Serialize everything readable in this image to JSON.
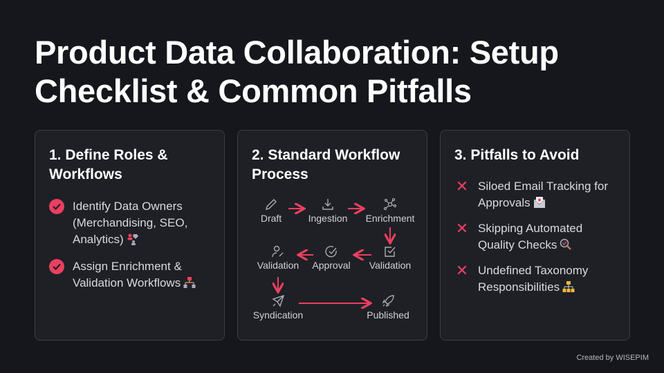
{
  "title": "Product Data Collaboration: Setup Checklist & Common Pitfalls",
  "accent": "#ec3f60",
  "cards": [
    {
      "heading": "1. Define Roles & Workflows",
      "items": [
        {
          "text": "Identify Data Owners (Merchandising, SEO, Analytics)",
          "icon": "people-tag-icon",
          "marker": "check-circle-icon"
        },
        {
          "text": "Assign Enrichment & Validation Workflows",
          "icon": "org-chart-icon",
          "marker": "check-circle-icon"
        }
      ]
    },
    {
      "heading": "2. Standard Workflow Process",
      "steps": [
        {
          "label": "Draft",
          "icon": "pencil-icon"
        },
        {
          "label": "Ingestion",
          "icon": "download-icon"
        },
        {
          "label": "Enrichment",
          "icon": "network-icon"
        },
        {
          "label": "Validation",
          "icon": "checkbox-icon"
        },
        {
          "label": "Approval",
          "icon": "check-circle-icon"
        },
        {
          "label": "Validation",
          "icon": "user-edit-icon"
        },
        {
          "label": "Syndication",
          "icon": "send-icon"
        },
        {
          "label": "Published",
          "icon": "rocket-icon"
        }
      ]
    },
    {
      "heading": "3. Pitfalls to Avoid",
      "items": [
        {
          "text": "Siloed Email Tracking for Approvals",
          "icon": "envelope-icon",
          "marker": "x-icon"
        },
        {
          "text": "Skipping Automated Quality Checks",
          "icon": "magnifier-icon",
          "marker": "x-icon"
        },
        {
          "text": "Undefined Taxonomy Responsibilities",
          "icon": "folder-tree-icon",
          "marker": "x-icon"
        }
      ]
    }
  ],
  "footer": "Created by WISEPIM"
}
